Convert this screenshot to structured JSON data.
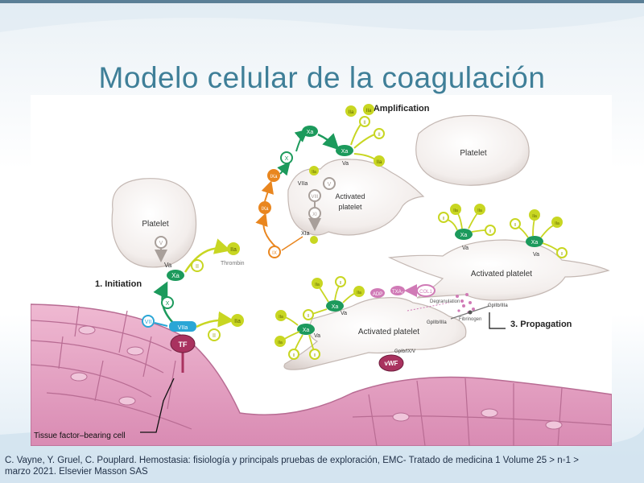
{
  "slide": {
    "title": "Modelo celular de la coagulación",
    "citation_line1": "C. Vayne, Y. Gruel, C. Pouplard. Hemostasia: fisiología y principals pruebas de exploración, EMC- Tratado de medicina 1 Volume 25 > n◦1 >",
    "citation_line2": "marzo 2021. Elsevier Masson SAS"
  },
  "colors": {
    "title": "#3f7f98",
    "factor_green": "#1c9a5c",
    "factor_yellow_green": "#c8d622",
    "factor_orange": "#e9861f",
    "factor_blue": "#2aa6d6",
    "factor_gray": "#a89f9a",
    "factor_pink": "#d07ab6",
    "tissue": "#e6a3c3",
    "tf_red": "#a9325f"
  },
  "figure": {
    "initiation": {
      "stage_label": "1. Initiation",
      "platelet_label": "Platelet",
      "v": "V",
      "va": "Va",
      "xa": "Xa",
      "x": "X",
      "vii": "VII",
      "viia": "VIIa",
      "tf": "TF",
      "ii_top": "II",
      "iia_top": "IIa",
      "thrombin": "Thrombin",
      "ii_bottom": "II",
      "iia_bottom": "IIa",
      "tissue_label": "Tissue factor–bearing cell"
    },
    "amplification": {
      "stage_label": "2. Amplification",
      "platelet_label": "Platelet",
      "activated_label_1": "Activated",
      "activated_label_2": "platelet",
      "x": "X",
      "ixa_top": "IXa",
      "ixa": "IXa",
      "ix": "IX",
      "viia": "VIIa",
      "viii": "VIII",
      "xi": "XI",
      "xia": "XIa",
      "xa": "Xa",
      "va": "Va",
      "v": "V",
      "iia": "IIa",
      "ii": "II"
    },
    "propagation": {
      "stage_label": "3. Propagation",
      "activated_label": "Activated platelet",
      "adp": "ADP",
      "txa2": "TXA₂",
      "col1": "COL1",
      "degranulation": "Degranulation",
      "fibrinogen": "Fibrinogen",
      "gpiib": "GpIIb/IIIa",
      "gpib": "GpIb/IX/V",
      "vwf": "vWF",
      "xa": "Xa",
      "va": "Va",
      "iia": "IIa",
      "ii": "II"
    }
  }
}
